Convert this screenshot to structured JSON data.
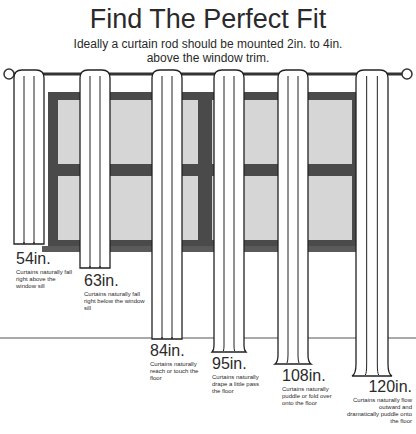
{
  "diagram": {
    "title": "Find The Perfect Fit",
    "labels": [
      "Ideally a curtain rod should be mounted 2in. to 4in. above the window trim.",
      "54in.",
      "Curtains naturally fall right above the window sill",
      "63in.",
      "Curtains naturally fall right below the window sill",
      "84in.",
      "Curtains naturally reach or touch the floor",
      "95in.",
      "Curtains naturally drape a little pass the floor",
      "108in.",
      "Curtains naturally puddle or fold over onto the floor",
      "120in.",
      "Curtains naturally flow outward and dramatically puddle onto the floor"
    ]
  }
}
